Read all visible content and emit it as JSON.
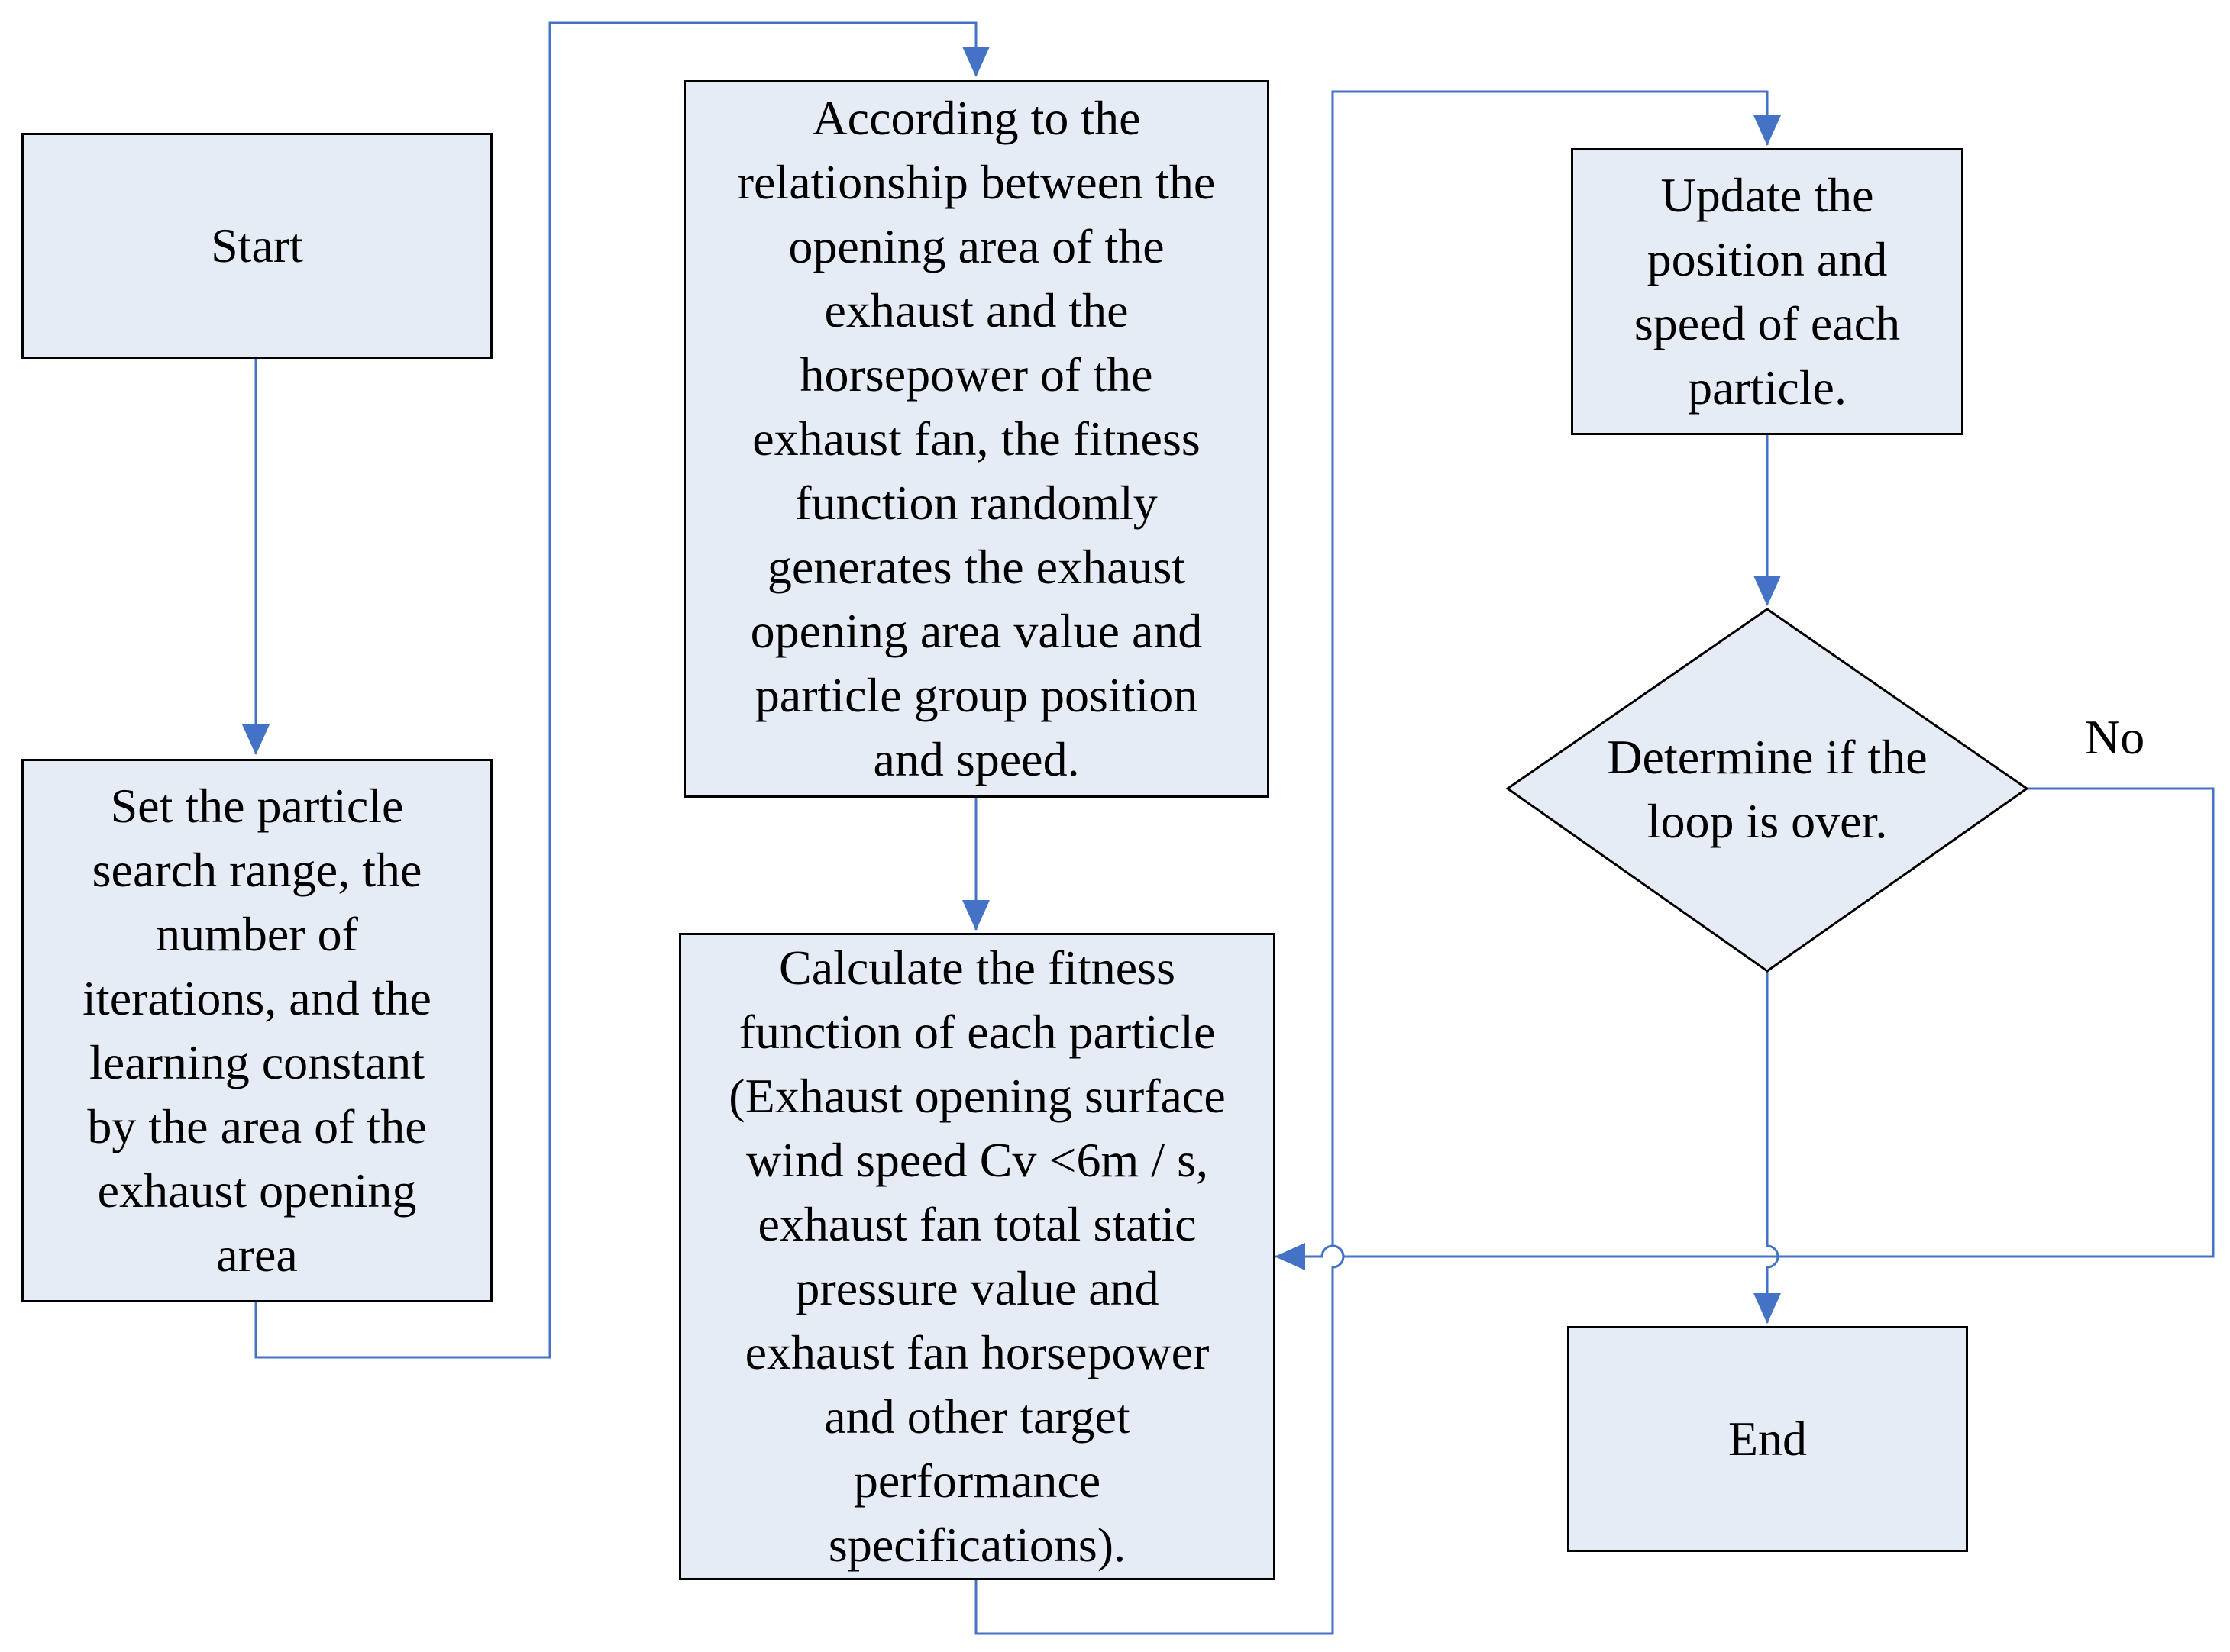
{
  "diagram": {
    "line_color": "#4472c4",
    "box_fill": "#e6ecf5",
    "nodes": {
      "start": "Start",
      "set_params": "Set the particle\nsearch range, the\nnumber of\niterations, and the\nlearning constant\nby the area of the\nexhaust opening\narea",
      "fitness_generate": "According to the\nrelationship between the\nopening area of the\nexhaust and the\nhorsepower of the\nexhaust fan, the fitness\nfunction randomly\ngenerates the exhaust\nopening area value and\nparticle group position\nand speed.",
      "calculate_fitness": "Calculate the fitness\nfunction of each particle\n(Exhaust opening surface\nwind speed Cv <6m / s,\nexhaust fan total static\npressure value and\nexhaust fan horsepower\nand other target\nperformance\nspecifications).",
      "update": "Update the\nposition and\nspeed of each\nparticle.",
      "decision": "Determine if the\nloop is over.",
      "end": "End"
    },
    "edge_labels": {
      "no": "No"
    }
  }
}
